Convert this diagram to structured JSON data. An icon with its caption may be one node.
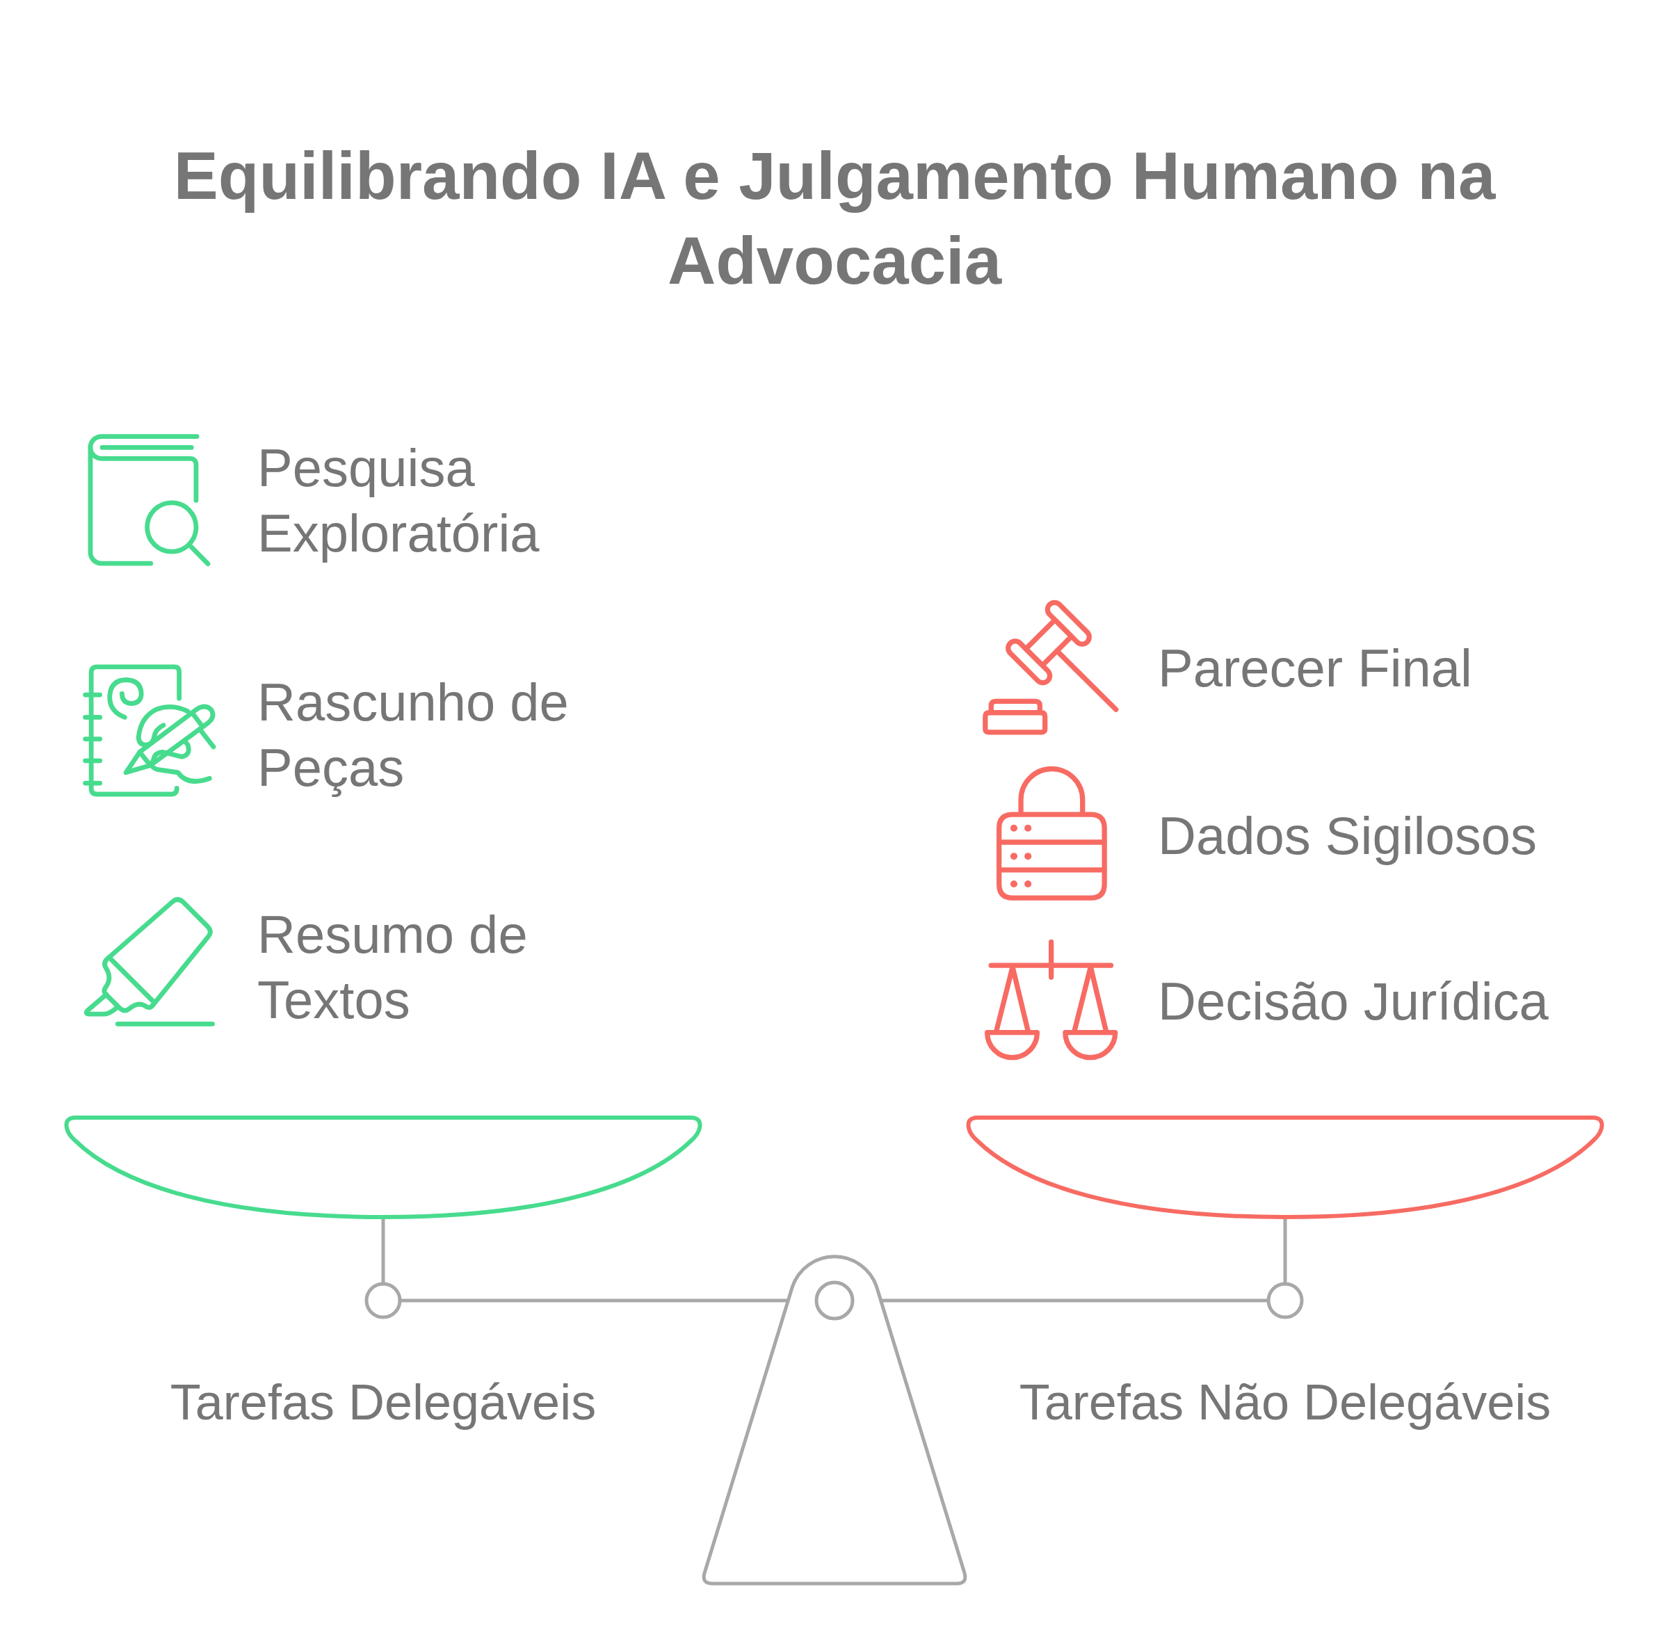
{
  "diagram": {
    "title": "Equilibrando IA e Julgamento Humano na Advocacia",
    "labels": [
      "Pesquisa Exploratória",
      "Rascunho de Peças",
      "Resumo de Textos",
      "Parecer Final",
      "Dados Sigilosos",
      "Decisão Jurídica",
      "Tarefas Delegáveis",
      "Tarefas Não Delegáveis"
    ]
  }
}
